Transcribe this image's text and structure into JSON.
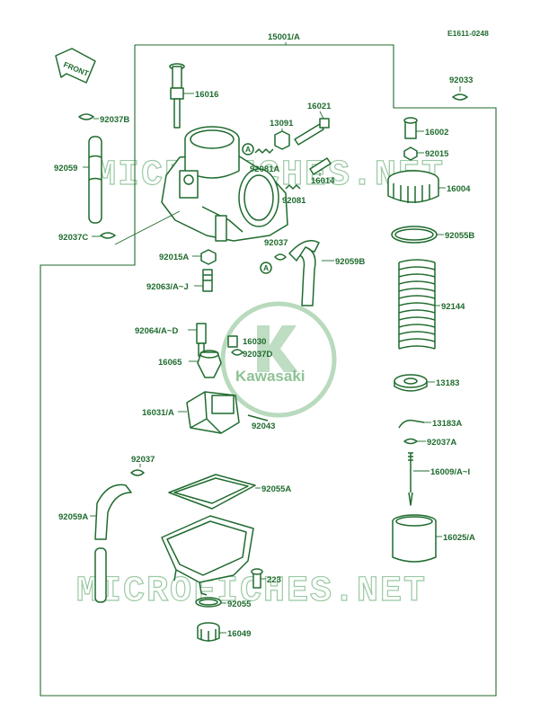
{
  "ref_code": "E1611-0248",
  "front_label": "FRONT",
  "logo_text": "Kawasaki",
  "watermark_text": "MICROFICHES.NET",
  "circle_marker": "A",
  "assembly_label": "15001/A",
  "labels": {
    "p16016": "16016",
    "p92037B": "92037B",
    "p92059": "92059",
    "p92037C": "92037C",
    "p13091": "13091",
    "p16021": "16021",
    "p92081A": "92081A",
    "p16014": "16014",
    "p92081": "92081",
    "p92015A": "92015A",
    "p92037": "92037",
    "p92059B": "92059B",
    "p92063": "92063/A~J",
    "p92064": "92064/A~D",
    "p16030": "16030",
    "p92037D": "92037D",
    "p16065": "16065",
    "p16031": "16031/A",
    "p92043": "92043",
    "p92033": "92033",
    "p16002": "16002",
    "p92015": "92015",
    "p16004": "16004",
    "p92055B": "92055B",
    "p92144": "92144",
    "p13183": "13183",
    "p13183A": "13183A",
    "p92037A": "92037A",
    "p16009": "16009/A~I",
    "p16025": "16025/A",
    "p92037b": "92037",
    "p92059A": "92059A",
    "p92055A": "92055A",
    "p223": "223",
    "p92055": "92055",
    "p16049": "16049"
  },
  "colors": {
    "ink": "#1f6b2e",
    "watermark": "#9bc9a3",
    "logo": "#7dbb86"
  }
}
